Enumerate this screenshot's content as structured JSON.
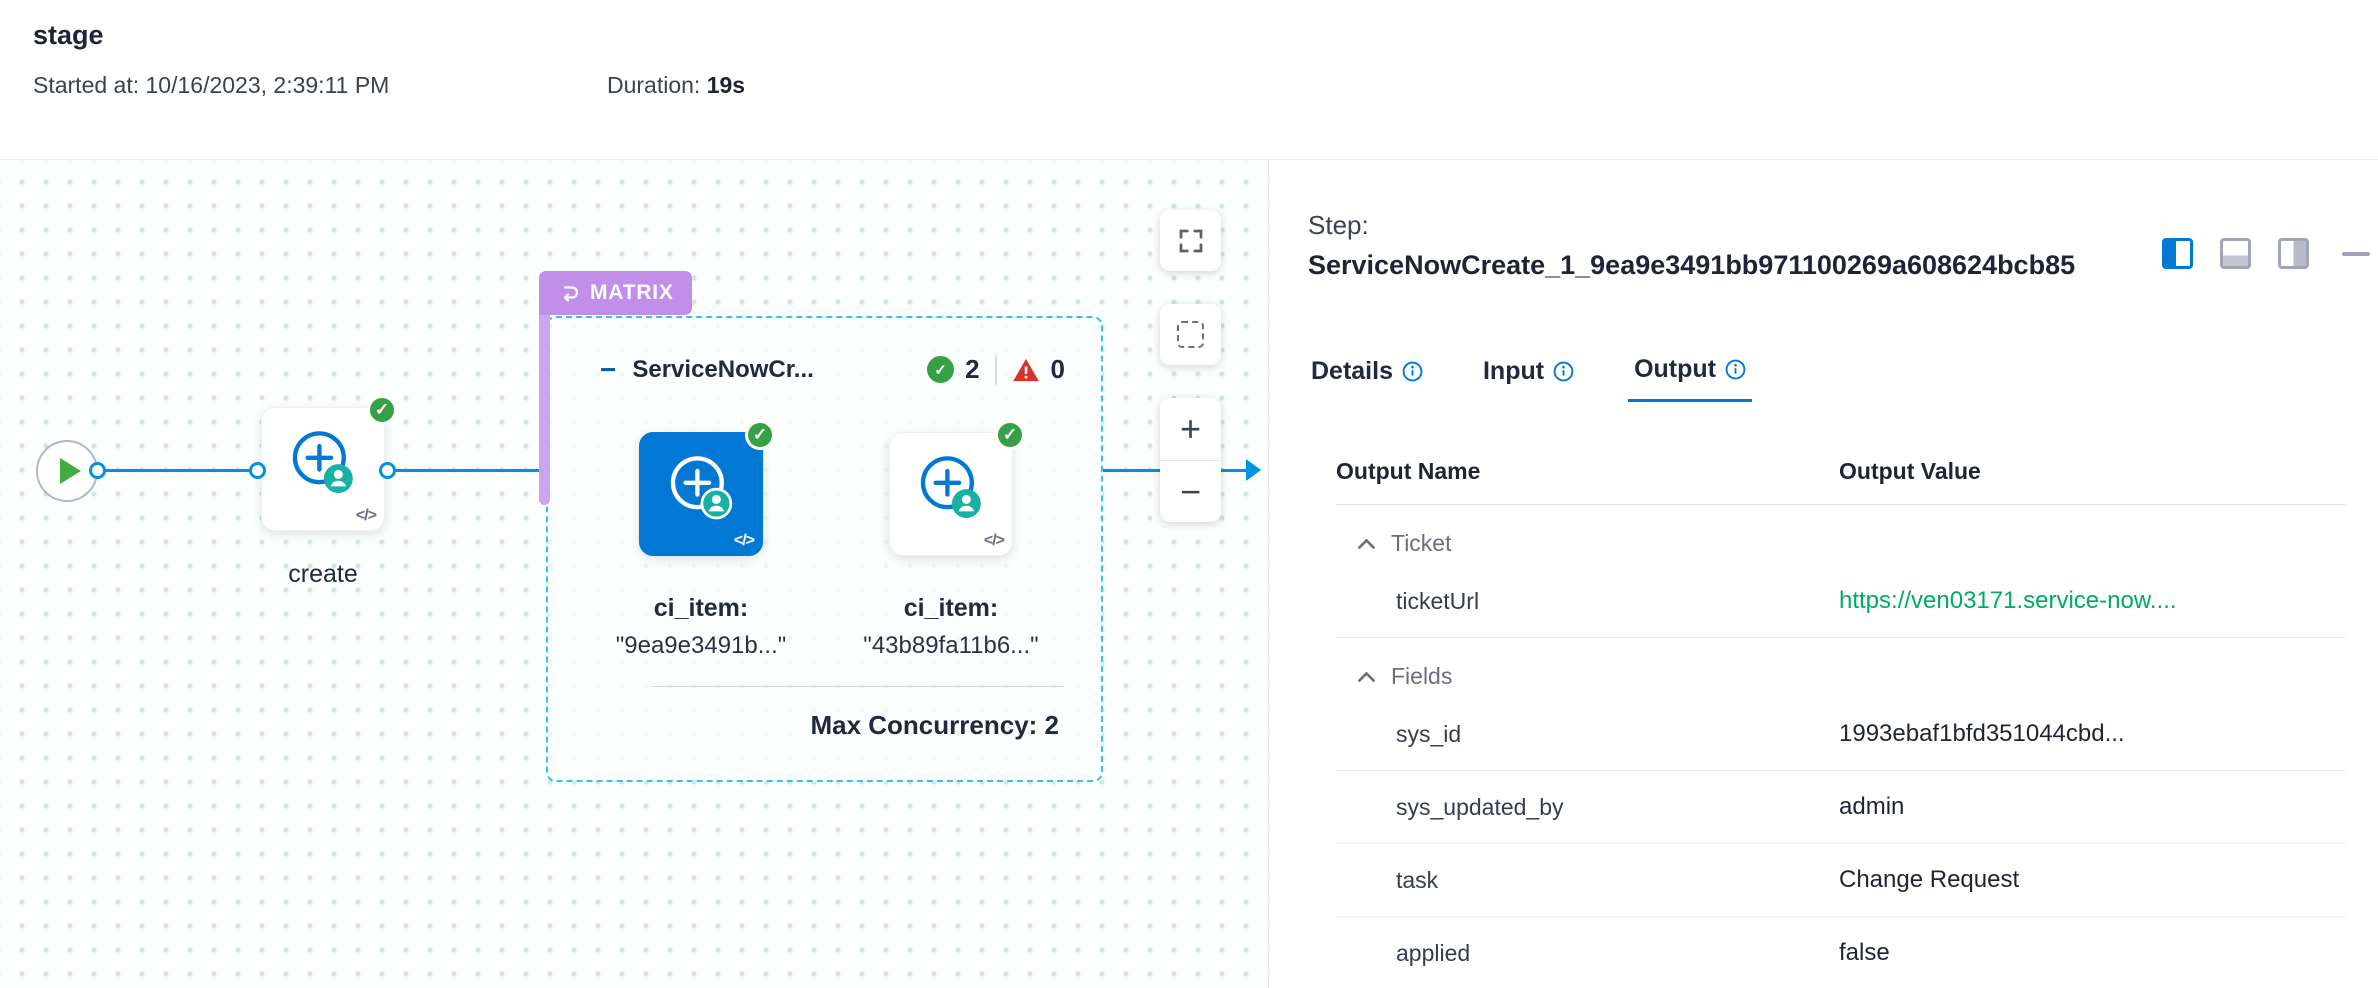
{
  "colors": {
    "accent_blue": "#0278d5",
    "edge_blue": "#0092e4",
    "success_green": "#36a046",
    "danger_red": "#d8332a",
    "matrix_purple": "#c18fe9",
    "link_green": "#00ab62"
  },
  "header": {
    "title": "stage",
    "started_label": "Started at:",
    "started_value": "10/16/2023, 2:39:11 PM",
    "duration_label": "Duration:",
    "duration_value": "19s"
  },
  "canvas": {
    "create_node": {
      "label": "create"
    },
    "matrix": {
      "badge": "MATRIX",
      "title": "ServiceNowCr...",
      "success_count": "2",
      "fail_count": "0",
      "nodes": [
        {
          "key": "ci_item:",
          "value": "\"9ea9e3491b...\""
        },
        {
          "key": "ci_item:",
          "value": "\"43b89fa11b6...\""
        }
      ],
      "max_concurrency": "Max Concurrency: 2"
    },
    "controls": {
      "zoom_in": "+",
      "zoom_out": "−"
    }
  },
  "panel": {
    "step_label": "Step:",
    "step_name": "ServiceNowCreate_1_9ea9e3491bb971100269a608624bcb85",
    "active_tab": "Output",
    "tabs": [
      {
        "label": "Details"
      },
      {
        "label": "Input"
      },
      {
        "label": "Output"
      }
    ],
    "table": {
      "headers": [
        "Output Name",
        "Output Value"
      ],
      "groups": [
        {
          "name": "Ticket",
          "rows": [
            {
              "name": "ticketUrl",
              "value": "https://ven03171.service-now...."
            }
          ]
        },
        {
          "name": "Fields",
          "rows": [
            {
              "name": "sys_id",
              "value": "1993ebaf1bfd351044cbd..."
            },
            {
              "name": "sys_updated_by",
              "value": "admin"
            },
            {
              "name": "task",
              "value": "Change Request"
            },
            {
              "name": "applied",
              "value": "false"
            }
          ]
        }
      ]
    }
  }
}
